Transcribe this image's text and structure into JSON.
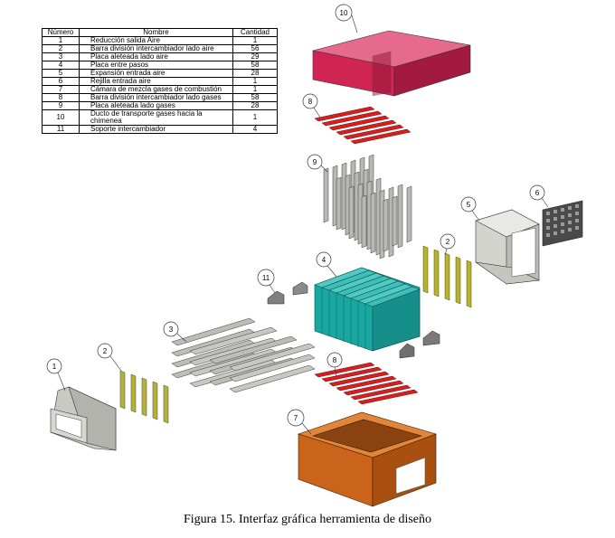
{
  "table": {
    "headers": [
      "Número",
      "Nombre",
      "Cantidad"
    ],
    "rows": [
      {
        "num": "1",
        "name": "Reducción salida Aire",
        "qty": "1"
      },
      {
        "num": "2",
        "name": "Barra división intercambiador lado aire",
        "qty": "56"
      },
      {
        "num": "3",
        "name": "Placa aleteada lado aire",
        "qty": "29"
      },
      {
        "num": "4",
        "name": "Placa entre pasos",
        "qty": "58"
      },
      {
        "num": "5",
        "name": "Expansión entrada aire",
        "qty": "28"
      },
      {
        "num": "6",
        "name": "Rejilla entrada aire",
        "qty": "1"
      },
      {
        "num": "7",
        "name": "Cámara de mezcla gases de combustión",
        "qty": "1"
      },
      {
        "num": "8",
        "name": "Barra división intercambiador lado gases",
        "qty": "58"
      },
      {
        "num": "9",
        "name": "Placa aleteada lado gases",
        "qty": "28"
      },
      {
        "num": "10",
        "name": "Ducto de transporte gases hacia la chimenea",
        "qty": "1"
      },
      {
        "num": "11",
        "name": "Soporte intercambiador",
        "qty": "4"
      }
    ]
  },
  "callouts": {
    "c1": "1",
    "c2a": "2",
    "c2b": "2",
    "c3": "3",
    "c4": "4",
    "c5": "5",
    "c6": "6",
    "c7": "7",
    "c8a": "8",
    "c8b": "8",
    "c9": "9",
    "c10": "10",
    "c11": "11"
  },
  "caption": "Figura 15. Interfaz gráfica herramienta de diseño",
  "colors": {
    "duct": "#d02553",
    "bars_gas": "#d81f1f",
    "plates": "#1aa7a1",
    "bars_air": "#b6b238",
    "chamber": "#c9641a",
    "metal": "#a9a9a6"
  }
}
